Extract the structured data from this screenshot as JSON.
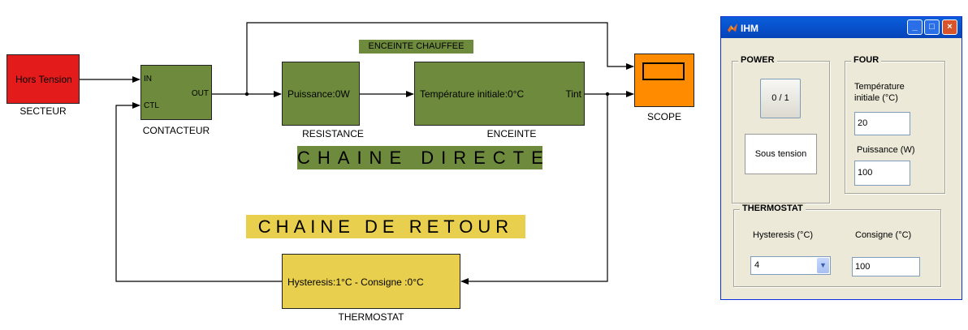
{
  "diagram": {
    "blocks": {
      "secteur": {
        "text": "Hors Tension",
        "caption": "SECTEUR",
        "color": "#e41b1b"
      },
      "contacteur": {
        "port_in": "IN",
        "port_ctl": "CTL",
        "port_out": "OUT",
        "caption": "CONTACTEUR",
        "color": "#6e8b3d"
      },
      "resistance": {
        "text": "Puissance:0W",
        "caption": "RESISTANCE",
        "color": "#6e8b3d"
      },
      "enceinte": {
        "text": "Température initiale:0°C",
        "port_out": "Tint",
        "caption": "ENCEINTE",
        "color": "#6e8b3d"
      },
      "scope": {
        "caption": "SCOPE",
        "color": "#ff8c00"
      },
      "thermostat": {
        "text": "Hysteresis:1°C  - Consigne :0°C",
        "caption": "THERMOSTAT",
        "color": "#e8cf4e"
      }
    },
    "labels": {
      "enceinte_chauffee": "ENCEINTE CHAUFFEE",
      "chaine_directe": "CHAINE DIRECTE",
      "chaine_retour": "CHAINE DE RETOUR"
    }
  },
  "ihm": {
    "title": "IHM",
    "window_controls": {
      "minimize": "_",
      "maximize": "□",
      "close": "×"
    },
    "power": {
      "title": "POWER",
      "toggle_label": "0 / 1",
      "status": "Sous tension"
    },
    "four": {
      "title": "FOUR",
      "temp_label_line1": "Température",
      "temp_label_line2": "initiale (°C)",
      "temp_value": "20",
      "puissance_label": "Puissance (W)",
      "puissance_value": "100"
    },
    "thermostat": {
      "title": "THERMOSTAT",
      "hysteresis_label": "Hysteresis (°C)",
      "hysteresis_value": "4",
      "consigne_label": "Consigne (°C)",
      "consigne_value": "100"
    }
  }
}
